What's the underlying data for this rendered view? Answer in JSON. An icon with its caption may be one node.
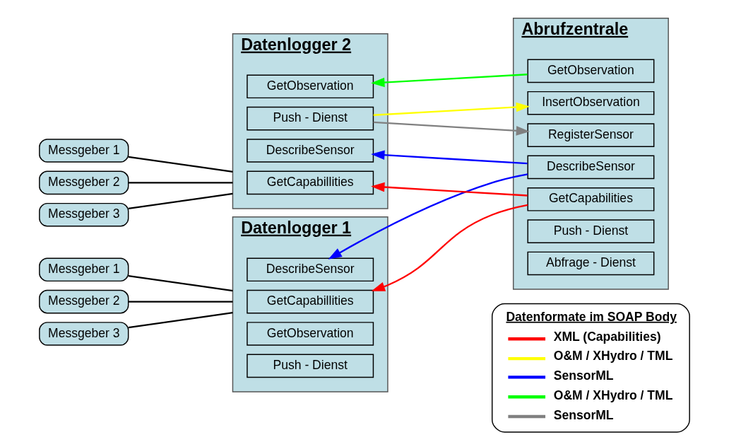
{
  "diagram": {
    "nodes": [
      {
        "text": [
          "Datenlogger 1"
        ]
      },
      {
        "text": [
          "GetCapabillities"
        ],
        "in": 0
      },
      {
        "text": [
          "DescribeSensor"
        ],
        "in": 0
      },
      {
        "text": [
          "GetObservation"
        ],
        "in": 0
      },
      {
        "text": [
          "Push - Dienst"
        ],
        "in": 0
      },
      {
        "text": [
          "Datenlogger 2"
        ]
      },
      {
        "text": [
          "GetCapabillities"
        ],
        "in": 5
      },
      {
        "text": [
          "DescribeSensor"
        ],
        "in": 5
      },
      {
        "text": [
          "GetObservation"
        ],
        "in": 5
      },
      {
        "text": [
          "Push - Dienst"
        ],
        "in": 5
      },
      {
        "text": [
          "Abrufzentrale"
        ]
      },
      {
        "text": [
          "GetCapabilities"
        ],
        "in": 10
      },
      {
        "text": [
          "DescribeSensor"
        ],
        "in": 10
      },
      {
        "text": [
          "RegisterSensor"
        ],
        "in": 10
      },
      {
        "text": [
          "GetObservation"
        ],
        "in": 10
      },
      {
        "text": [
          "InsertObservation"
        ],
        "in": 10
      },
      {
        "text": [
          "Push - Dienst"
        ],
        "in": 10
      },
      {
        "text": [
          "Abfrage - Dienst"
        ],
        "in": 10
      },
      {
        "text": [
          "Messgeber 1"
        ]
      },
      {
        "text": [
          "Messgeber 2"
        ]
      },
      {
        "text": [
          "Messgeber 3"
        ]
      },
      {
        "text": [
          "Messgeber 1"
        ]
      },
      {
        "text": [
          "Messgeber 2"
        ]
      },
      {
        "text": [
          "Messgeber 3"
        ]
      }
    ],
    "edges": [
      {
        "from": 18,
        "to": 0,
        "arrow": "none"
      },
      {
        "from": 19,
        "to": 0,
        "arrow": "none"
      },
      {
        "from": 20,
        "to": 0,
        "arrow": "none"
      },
      {
        "from": 21,
        "to": 5,
        "arrow": "none"
      },
      {
        "from": 22,
        "to": 5,
        "arrow": "none"
      },
      {
        "from": 23,
        "to": 5,
        "arrow": "none"
      },
      {
        "from": 11,
        "to": 1,
        "arrow": "to",
        "color": "#ff0000"
      },
      {
        "from": 12,
        "to": 2,
        "arrow": "to",
        "color": "#0000ff"
      },
      {
        "from": 11,
        "to": 6,
        "arrow": "to",
        "color": "#ff0000"
      },
      {
        "from": 12,
        "to": 7,
        "arrow": "to",
        "color": "#0000ff"
      },
      {
        "from": 14,
        "to": 8,
        "arrow": "to",
        "color": "#00ff00"
      },
      {
        "from": 9,
        "to": 13,
        "arrow": "to",
        "color": "#808080"
      },
      {
        "from": 9,
        "to": 15,
        "arrow": "to",
        "color": "#ffff00"
      }
    ],
    "labels": [
      "Datenformate im SOAP Body"
    ],
    "legend": [
      {
        "text": "XML (Capabilities)"
      },
      {
        "text": "O&M / XHydro / TML"
      },
      {
        "text": "SensorML"
      },
      {
        "text": "O&M / XHydro / TML"
      },
      {
        "text": "SensorML"
      }
    ]
  }
}
